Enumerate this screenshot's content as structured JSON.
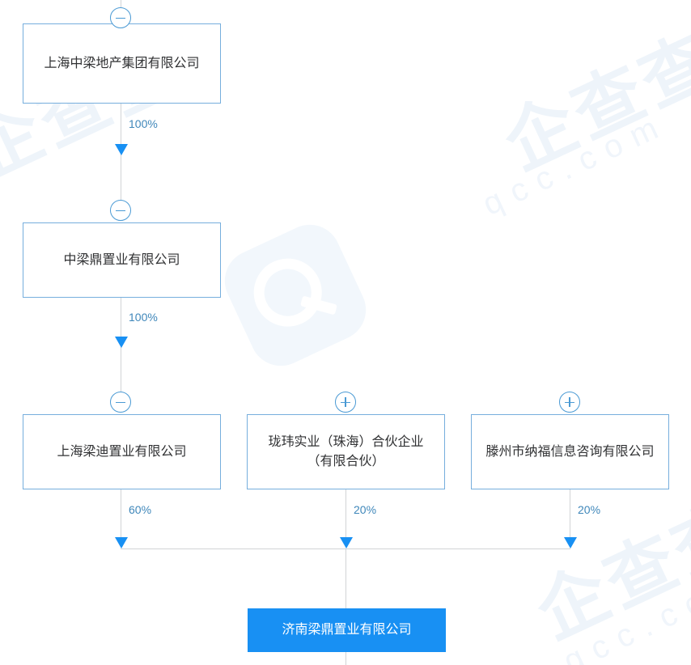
{
  "diagram": {
    "type": "corporate-ownership-tree",
    "watermark": {
      "brand": "企查查",
      "domain": "qcc.com"
    },
    "nodes": [
      {
        "id": "n1",
        "label": "上海中梁地产集团有限公司",
        "toggle": "minus",
        "highlight": false
      },
      {
        "id": "n2",
        "label": "中梁鼎置业有限公司",
        "toggle": "minus",
        "highlight": false
      },
      {
        "id": "n3",
        "label": "上海梁迪置业有限公司",
        "toggle": "minus",
        "highlight": false
      },
      {
        "id": "n4",
        "label": "珑玮实业（珠海）合伙企业（有限合伙）",
        "toggle": "plus",
        "highlight": false
      },
      {
        "id": "n5",
        "label": "滕州市纳福信息咨询有限公司",
        "toggle": "plus",
        "highlight": false
      },
      {
        "id": "n6",
        "label": "济南梁鼎置业有限公司",
        "toggle": "none",
        "highlight": true
      }
    ],
    "edges": [
      {
        "from": "n1",
        "to": "n2",
        "percent": "100%"
      },
      {
        "from": "n2",
        "to": "n3",
        "percent": "100%"
      },
      {
        "from": "n3",
        "to": "n6",
        "percent": "60%"
      },
      {
        "from": "n4",
        "to": "n6",
        "percent": "20%"
      },
      {
        "from": "n5",
        "to": "n6",
        "percent": "20%"
      }
    ]
  },
  "colors": {
    "node_border": "#76aedd",
    "node_text": "#303133",
    "highlight_bg": "#1890f3",
    "highlight_text": "#ffffff",
    "arrow": "#1890f3",
    "line": "#d2d4d6",
    "percent_text": "#3f87ba",
    "toggle_border": "#4a9ad4"
  }
}
